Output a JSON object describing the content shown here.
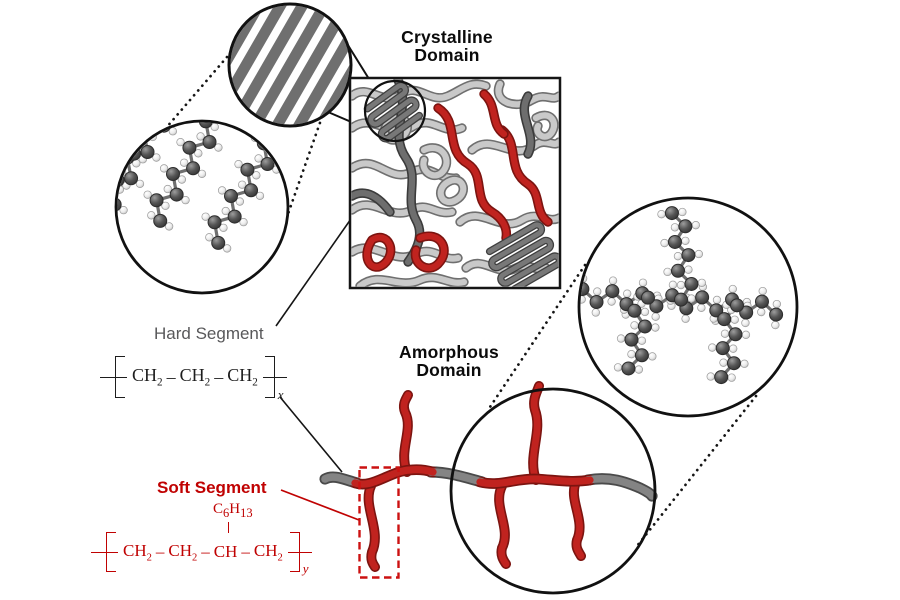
{
  "labels": {
    "crystalline_domain_line1": "Crystalline",
    "crystalline_domain_line2": "Domain",
    "amorphous_domain_line1": "Amorphous",
    "amorphous_domain_line2": "Domain",
    "hard_segment": "Hard Segment",
    "soft_segment": "Soft Segment"
  },
  "formulas": {
    "hard": {
      "u1": "CH",
      "u1s": "2",
      "b1": "–",
      "u2": "CH",
      "u2s": "2",
      "b2": "–",
      "u3": "CH",
      "u3s": "2",
      "repeat": "x"
    },
    "soft": {
      "branch_c": "C",
      "branch_cs": "6",
      "branch_h": "H",
      "branch_hs": "13",
      "u1": "CH",
      "u1s": "2",
      "b1": "–",
      "u2": "CH",
      "u2s": "2",
      "b2": "–",
      "u3": "CH",
      "b3": "–",
      "u4": "CH",
      "u4s": "2",
      "repeat": "y"
    }
  },
  "colors": {
    "soft_segment_red": "#c00202",
    "chain_red": "#c0231f",
    "chain_red_outline": "#7c1410",
    "hard_label_gray": "#58585a",
    "backbone_gray": "#848484",
    "light_chain_gray": "#c9c9c9",
    "dark_chain_gray": "#6e6e6e",
    "stripe_gray": "#6f6f6f",
    "line_black": "#151515"
  }
}
